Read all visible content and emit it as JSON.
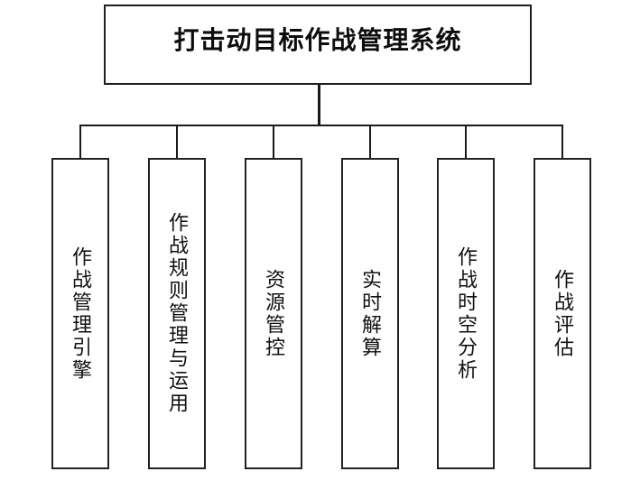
{
  "diagram": {
    "type": "hierarchy-chart",
    "title": "打击动目标作战管理系统",
    "modules": [
      {
        "label": "作战管理引擎"
      },
      {
        "label": "作战规则管理与运用"
      },
      {
        "label": "资源管控"
      },
      {
        "label": "实时解算"
      },
      {
        "label": "作战时空分析"
      },
      {
        "label": "作战评估"
      }
    ],
    "colors": {
      "background": "#ffffff",
      "line": "#1a1a1a",
      "border": "#222222",
      "text": "#111111"
    }
  }
}
